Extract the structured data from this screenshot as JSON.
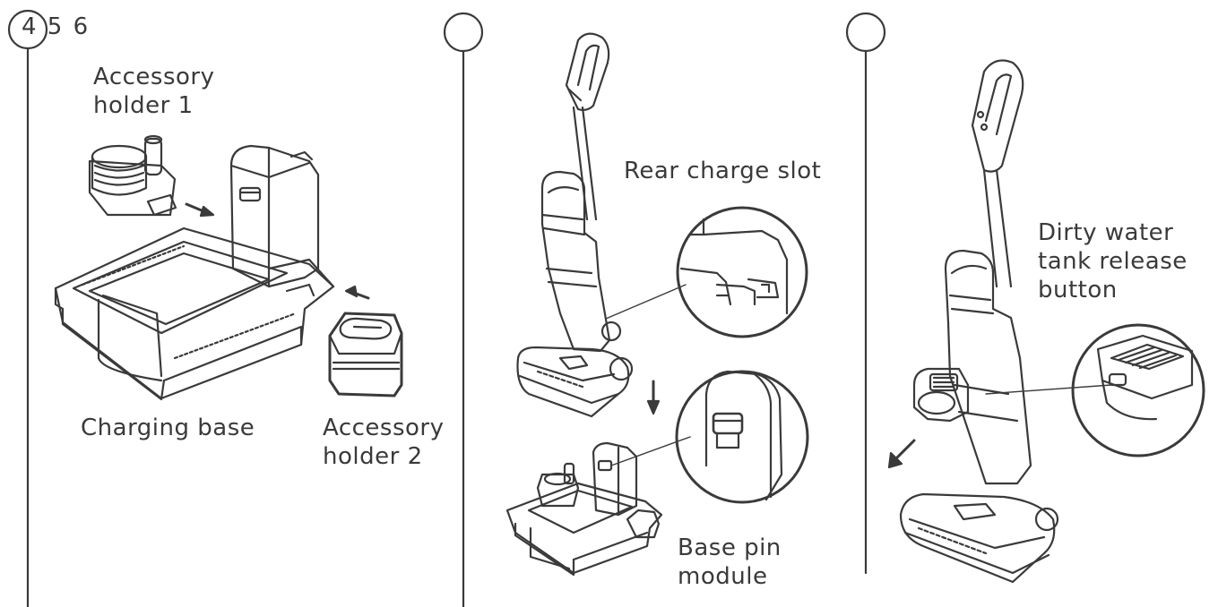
{
  "step_numbers": "4 5 6",
  "panel1": {
    "accessory_holder_1": "Accessory\nholder 1",
    "charging_base": "Charging base",
    "accessory_holder_2": "Accessory\nholder 2"
  },
  "panel2": {
    "rear_charge_slot": "Rear charge slot",
    "base_pin_module": "Base pin\nmodule"
  },
  "panel3": {
    "dirty_water_release": "Dirty water\ntank release\nbutton"
  },
  "colors": {
    "line": "#3a3a3a",
    "background": "#ffffff"
  }
}
